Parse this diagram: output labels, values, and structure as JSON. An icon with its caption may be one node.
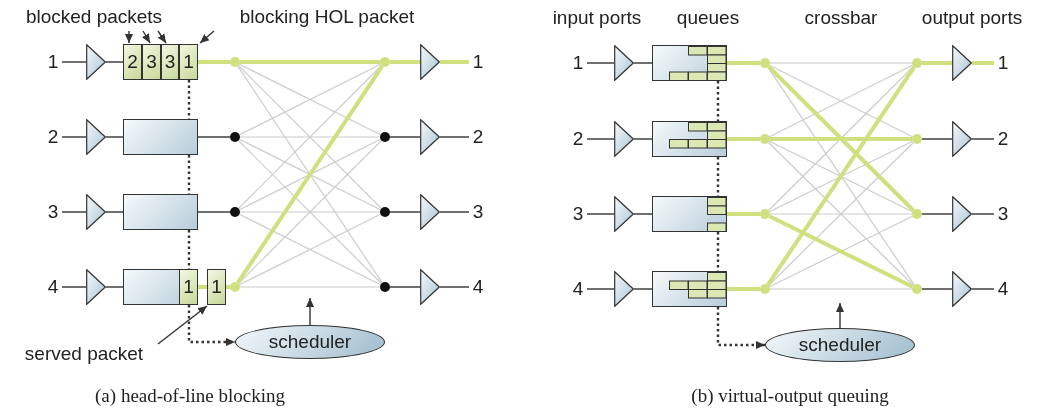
{
  "diagram": {
    "nodes": [
      {
        "text": [
          "blocked packets"
        ]
      },
      {
        "text": [
          "blocking HOL packet"
        ]
      },
      {
        "text": [
          "1"
        ]
      },
      {
        "text": [
          "2"
        ]
      },
      {
        "text": [
          "3"
        ]
      },
      {
        "text": [
          "4"
        ]
      },
      {
        "text": [],
        "shape": "triangle"
      },
      {
        "text": [],
        "shape": "triangle"
      },
      {
        "text": [],
        "shape": "triangle"
      },
      {
        "text": [],
        "shape": "triangle"
      },
      {
        "text": [],
        "shape": "box"
      },
      {
        "text": [],
        "shape": "box"
      },
      {
        "text": [],
        "shape": "box"
      },
      {
        "text": [],
        "shape": "box"
      },
      {
        "text": [
          "2"
        ],
        "in": 10
      },
      {
        "text": [
          "3"
        ],
        "in": 10
      },
      {
        "text": [
          "3"
        ],
        "in": 10
      },
      {
        "text": [
          "1"
        ],
        "in": 10
      },
      {
        "text": [
          "1"
        ],
        "in": 13
      },
      {
        "text": [
          "1"
        ]
      },
      {
        "text": [],
        "shape": "circle"
      },
      {
        "text": [],
        "shape": "circle"
      },
      {
        "text": [],
        "shape": "circle"
      },
      {
        "text": [],
        "shape": "circle"
      },
      {
        "text": [],
        "shape": "circle"
      },
      {
        "text": [],
        "shape": "circle"
      },
      {
        "text": [],
        "shape": "circle"
      },
      {
        "text": [],
        "shape": "circle"
      },
      {
        "text": [],
        "shape": "triangle"
      },
      {
        "text": [],
        "shape": "triangle"
      },
      {
        "text": [],
        "shape": "triangle"
      },
      {
        "text": [],
        "shape": "triangle"
      },
      {
        "text": [
          "1"
        ]
      },
      {
        "text": [
          "2"
        ]
      },
      {
        "text": [
          "3"
        ]
      },
      {
        "text": [
          "4"
        ]
      },
      {
        "text": [
          "scheduler"
        ]
      },
      {
        "text": [
          "served packet"
        ]
      },
      {
        "text": [
          "1"
        ]
      },
      {
        "text": [
          "2"
        ]
      },
      {
        "text": [
          "3"
        ]
      },
      {
        "text": [
          "4"
        ]
      },
      {
        "text": [],
        "shape": "triangle"
      },
      {
        "text": [],
        "shape": "triangle"
      },
      {
        "text": [],
        "shape": "triangle"
      },
      {
        "text": [],
        "shape": "triangle"
      },
      {
        "text": [],
        "shape": "box"
      },
      {
        "text": [],
        "shape": "box"
      },
      {
        "text": [],
        "shape": "box"
      },
      {
        "text": [],
        "shape": "box"
      },
      {
        "text": [],
        "shape": "circle"
      },
      {
        "text": [],
        "shape": "circle"
      },
      {
        "text": [],
        "shape": "circle"
      },
      {
        "text": [],
        "shape": "circle"
      },
      {
        "text": [],
        "shape": "circle"
      },
      {
        "text": [],
        "shape": "circle"
      },
      {
        "text": [],
        "shape": "circle"
      },
      {
        "text": [],
        "shape": "circle"
      },
      {
        "text": [],
        "shape": "triangle"
      },
      {
        "text": [],
        "shape": "triangle"
      },
      {
        "text": [],
        "shape": "triangle"
      },
      {
        "text": [],
        "shape": "triangle"
      },
      {
        "text": [
          "1"
        ]
      },
      {
        "text": [
          "2"
        ]
      },
      {
        "text": [
          "3"
        ]
      },
      {
        "text": [
          "4"
        ]
      },
      {
        "text": [
          "scheduler"
        ]
      }
    ],
    "edges": [
      {
        "from": 2,
        "to": 6,
        "arrow": "none"
      },
      {
        "from": 6,
        "to": 10,
        "arrow": "none"
      },
      {
        "from": 3,
        "to": 7,
        "arrow": "none"
      },
      {
        "from": 7,
        "to": 11,
        "arrow": "none"
      },
      {
        "from": 4,
        "to": 8,
        "arrow": "none"
      },
      {
        "from": 8,
        "to": 12,
        "arrow": "none"
      },
      {
        "from": 5,
        "to": 9,
        "arrow": "none"
      },
      {
        "from": 9,
        "to": 13,
        "arrow": "none"
      },
      {
        "from": 10,
        "to": 20,
        "arrow": "none",
        "style": "thick",
        "color": "#cfe07e"
      },
      {
        "from": 11,
        "to": 21,
        "arrow": "none"
      },
      {
        "from": 12,
        "to": 22,
        "arrow": "none"
      },
      {
        "from": 13,
        "to": 19,
        "arrow": "none",
        "style": "thick",
        "color": "#cfe07e"
      },
      {
        "from": 19,
        "to": 23,
        "arrow": "none",
        "style": "thick",
        "color": "#cfe07e"
      },
      {
        "from": 20,
        "to": 24,
        "arrow": "none",
        "style": "thick",
        "color": "#cfe07e"
      },
      {
        "from": 20,
        "to": 25,
        "arrow": "none",
        "color": "#cccccc"
      },
      {
        "from": 20,
        "to": 26,
        "arrow": "none",
        "color": "#cccccc"
      },
      {
        "from": 20,
        "to": 27,
        "arrow": "none",
        "color": "#cccccc"
      },
      {
        "from": 21,
        "to": 24,
        "arrow": "none",
        "color": "#cccccc"
      },
      {
        "from": 21,
        "to": 25,
        "arrow": "none",
        "color": "#cccccc"
      },
      {
        "from": 21,
        "to": 26,
        "arrow": "none",
        "color": "#cccccc"
      },
      {
        "from": 21,
        "to": 27,
        "arrow": "none",
        "color": "#cccccc"
      },
      {
        "from": 22,
        "to": 24,
        "arrow": "none",
        "color": "#cccccc"
      },
      {
        "from": 22,
        "to": 25,
        "arrow": "none",
        "color": "#cccccc"
      },
      {
        "from": 22,
        "to": 26,
        "arrow": "none",
        "color": "#cccccc"
      },
      {
        "from": 22,
        "to": 27,
        "arrow": "none",
        "color": "#cccccc"
      },
      {
        "from": 23,
        "to": 24,
        "arrow": "none",
        "style": "thick",
        "color": "#cfe07e"
      },
      {
        "from": 23,
        "to": 25,
        "arrow": "none",
        "color": "#cccccc"
      },
      {
        "from": 23,
        "to": 26,
        "arrow": "none",
        "color": "#cccccc"
      },
      {
        "from": 23,
        "to": 27,
        "arrow": "none",
        "color": "#cccccc"
      },
      {
        "from": 24,
        "to": 28,
        "arrow": "none",
        "style": "thick",
        "color": "#cfe07e"
      },
      {
        "from": 25,
        "to": 29,
        "arrow": "none"
      },
      {
        "from": 26,
        "to": 30,
        "arrow": "none"
      },
      {
        "from": 27,
        "to": 31,
        "arrow": "none"
      },
      {
        "from": 28,
        "to": 32,
        "arrow": "none",
        "style": "thick",
        "color": "#cfe07e"
      },
      {
        "from": 29,
        "to": 33,
        "arrow": "none"
      },
      {
        "from": 30,
        "to": 34,
        "arrow": "none"
      },
      {
        "from": 31,
        "to": 35,
        "arrow": "none"
      },
      {
        "from": 10,
        "to": 11,
        "arrow": "none",
        "style": "dashed"
      },
      {
        "from": 11,
        "to": 12,
        "arrow": "none",
        "style": "dashed"
      },
      {
        "from": 12,
        "to": 13,
        "arrow": "none",
        "style": "dashed"
      },
      {
        "from": 13,
        "to": 36,
        "arrow": "to",
        "style": "dashed"
      },
      {
        "from": 36,
        "to": null,
        "arrow": "to"
      },
      {
        "from": 0,
        "to": 14,
        "arrow": "to"
      },
      {
        "from": 0,
        "to": 15,
        "arrow": "to"
      },
      {
        "from": 0,
        "to": 16,
        "arrow": "to"
      },
      {
        "from": 1,
        "to": 17,
        "arrow": "to"
      },
      {
        "from": 37,
        "to": 19,
        "arrow": "to"
      },
      {
        "from": 38,
        "to": 42,
        "arrow": "none"
      },
      {
        "from": 42,
        "to": 46,
        "arrow": "none"
      },
      {
        "from": 39,
        "to": 43,
        "arrow": "none"
      },
      {
        "from": 43,
        "to": 47,
        "arrow": "none"
      },
      {
        "from": 40,
        "to": 44,
        "arrow": "none"
      },
      {
        "from": 44,
        "to": 48,
        "arrow": "none"
      },
      {
        "from": 41,
        "to": 45,
        "arrow": "none"
      },
      {
        "from": 45,
        "to": 49,
        "arrow": "none"
      },
      {
        "from": 46,
        "to": 50,
        "arrow": "none",
        "style": "thick",
        "color": "#cfe07e"
      },
      {
        "from": 47,
        "to": 51,
        "arrow": "none",
        "style": "thick",
        "color": "#cfe07e"
      },
      {
        "from": 48,
        "to": 52,
        "arrow": "none",
        "style": "thick",
        "color": "#cfe07e"
      },
      {
        "from": 49,
        "to": 53,
        "arrow": "none",
        "style": "thick",
        "color": "#cfe07e"
      },
      {
        "from": 50,
        "to": 54,
        "arrow": "none",
        "color": "#cccccc"
      },
      {
        "from": 50,
        "to": 55,
        "arrow": "none",
        "color": "#cccccc"
      },
      {
        "from": 50,
        "to": 56,
        "arrow": "none",
        "style": "thick",
        "color": "#cfe07e"
      },
      {
        "from": 50,
        "to": 57,
        "arrow": "none",
        "color": "#cccccc"
      },
      {
        "from": 51,
        "to": 54,
        "arrow": "none",
        "color": "#cccccc"
      },
      {
        "from": 51,
        "to": 55,
        "arrow": "none",
        "style": "thick",
        "color": "#cfe07e"
      },
      {
        "from": 51,
        "to": 56,
        "arrow": "none",
        "color": "#cccccc"
      },
      {
        "from": 51,
        "to": 57,
        "arrow": "none",
        "color": "#cccccc"
      },
      {
        "from": 52,
        "to": 54,
        "arrow": "none",
        "color": "#cccccc"
      },
      {
        "from": 52,
        "to": 55,
        "arrow": "none",
        "color": "#cccccc"
      },
      {
        "from": 52,
        "to": 56,
        "arrow": "none",
        "color": "#cccccc"
      },
      {
        "from": 52,
        "to": 57,
        "arrow": "none",
        "style": "thick",
        "color": "#cfe07e"
      },
      {
        "from": 53,
        "to": 54,
        "arrow": "none",
        "style": "thick",
        "color": "#cfe07e"
      },
      {
        "from": 53,
        "to": 55,
        "arrow": "none",
        "color": "#cccccc"
      },
      {
        "from": 53,
        "to": 56,
        "arrow": "none",
        "color": "#cccccc"
      },
      {
        "from": 53,
        "to": 57,
        "arrow": "none",
        "color": "#cccccc"
      },
      {
        "from": 54,
        "to": 58,
        "arrow": "none",
        "style": "thick",
        "color": "#cfe07e"
      },
      {
        "from": 55,
        "to": 59,
        "arrow": "none"
      },
      {
        "from": 56,
        "to": 60,
        "arrow": "none"
      },
      {
        "from": 57,
        "to": 61,
        "arrow": "none"
      },
      {
        "from": 58,
        "to": 62,
        "arrow": "none",
        "style": "thick",
        "color": "#cfe07e"
      },
      {
        "from": 59,
        "to": 63,
        "arrow": "none"
      },
      {
        "from": 60,
        "to": 64,
        "arrow": "none"
      },
      {
        "from": 61,
        "to": 65,
        "arrow": "none"
      },
      {
        "from": 46,
        "to": 47,
        "arrow": "none",
        "style": "dashed"
      },
      {
        "from": 47,
        "to": 48,
        "arrow": "none",
        "style": "dashed"
      },
      {
        "from": 48,
        "to": 49,
        "arrow": "none",
        "style": "dashed"
      },
      {
        "from": 49,
        "to": 66,
        "arrow": "to",
        "style": "dashed"
      },
      {
        "from": 66,
        "to": null,
        "arrow": "to"
      }
    ],
    "labels": [
      "input ports",
      "queues",
      "crossbar",
      "output ports",
      "(a) head-of-line blocking",
      "(b) virtual-output queuing"
    ]
  }
}
